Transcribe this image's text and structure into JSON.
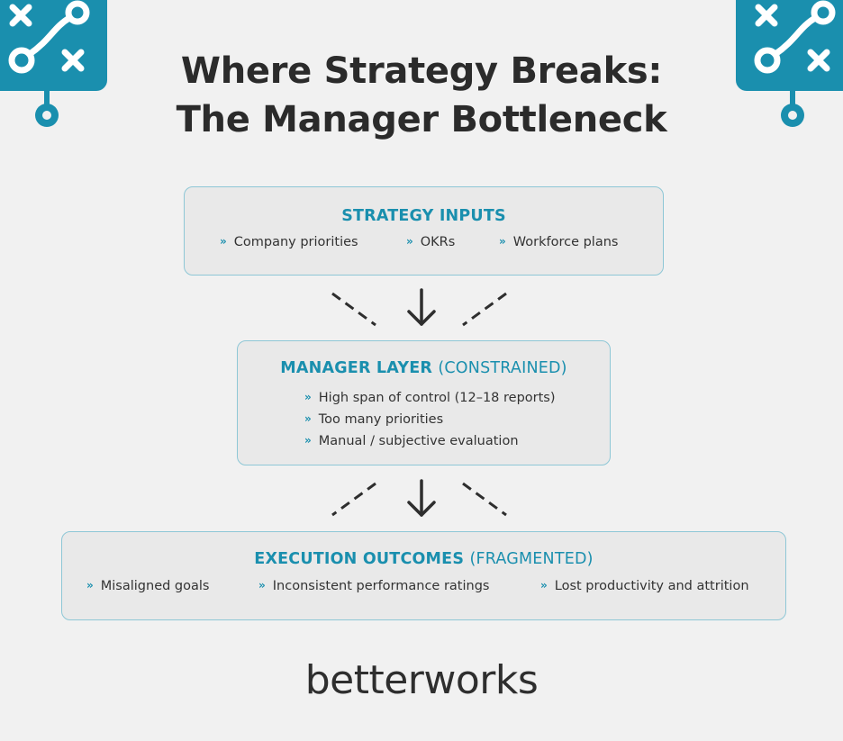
{
  "title": {
    "line1": "Where Strategy Breaks:",
    "line2": "The Manager Bottleneck"
  },
  "colors": {
    "accent": "#1a8fae",
    "box_border": "#8ec7d6",
    "box_fill": "#e9e9e9",
    "background": "#f1f1f1",
    "text": "#2e2e2e"
  },
  "decorations": {
    "left_icon": "strategy-playbook-icon",
    "right_icon": "strategy-playbook-icon"
  },
  "strategy_inputs": {
    "heading": "STRATEGY INPUTS",
    "items": [
      "Company priorities",
      "OKRs",
      "Workforce plans"
    ]
  },
  "manager_layer": {
    "heading": "MANAGER LAYER",
    "qualifier": "(CONSTRAINED)",
    "items": [
      "High span of control (12–18 reports)",
      "Too many priorities",
      "Manual / subjective evaluation"
    ]
  },
  "execution_outcomes": {
    "heading": "EXECUTION OUTCOMES",
    "qualifier": "(FRAGMENTED)",
    "items": [
      "Misaligned goals",
      "Inconsistent performance ratings",
      "Lost productivity and attrition"
    ]
  },
  "bullet_glyph": "»",
  "brand": "betterworks"
}
